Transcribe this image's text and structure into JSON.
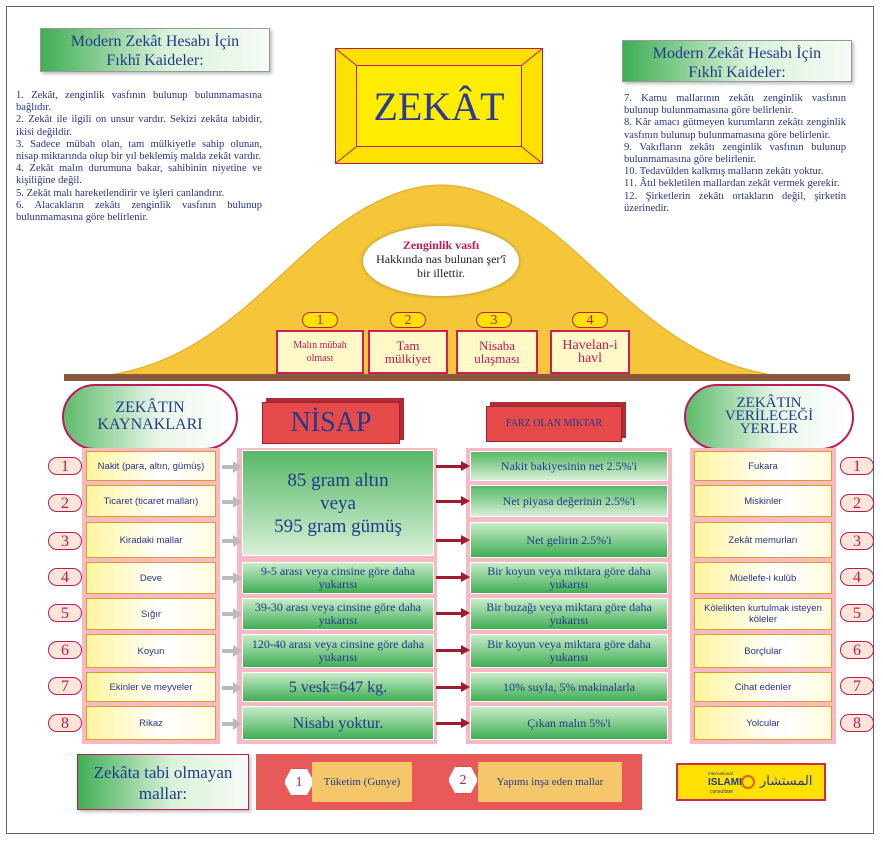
{
  "left_panel": {
    "title_line1": "Modern Zekât Hesabı İçin",
    "title_line2": "Fıkhî Kaideler:",
    "rules": [
      "1. Zekât, zenginlik vasfının bulunup bulunmamasına bağlıdır.",
      "2. Zekât ile ilgili on unsur vardır. Sekizi zekâta tabidir, ikisi değildir.",
      "3. Sadece mübah olan, tam mülkiyetle sahip olunan, nisap miktarında olup bir yıl beklemiş malda zekât vardır.",
      "4. Zekât malın durumuna bakar, sahibinin niyetine ve kişiliğine değil.",
      "5. Zekât malı hareketlendirir ve işleri canlandırır.",
      "6. Alacakların zekâtı zenginlik vasfının bulunup bulunmamasına göre belirlenir."
    ]
  },
  "right_panel": {
    "title_line1": "Modern Zekât Hesabı İçin",
    "title_line2": "Fıkhî Kaideler:",
    "rules": [
      "7. Kamu mallarının zekâtı zenginlik vasfının bulunup bulunmamasına göre belirlenir.",
      "8. Kâr amacı gütmeyen kurumların zekâtı zenginlik vasfının bulunup bulunmamasına göre belirlenir.",
      "9. Vakıfların zekâtı zenginlik vasfının bulunup bulunmamasına göre belirlenir.",
      "10. Tedavülden kalkmış malların zekâtı yoktur.",
      "11. Âtıl bekletilen mallardan zekât vermek gerekir.",
      "12. Şirketlerin zekâtı ortakların değil, şirketin üzerinedir."
    ]
  },
  "center": {
    "title": "ZEKÂT",
    "ellipse_bold": "Zenginlik vasfı",
    "ellipse_line1": "Hakkında nas bulunan şer'î",
    "ellipse_line2": "bir illettir."
  },
  "conditions": [
    {
      "num": "1",
      "line1": "Malın mübah",
      "line2": "olması"
    },
    {
      "num": "2",
      "line1": "Tam",
      "line2": "mülkiyet"
    },
    {
      "num": "3",
      "line1": "Nisaba",
      "line2": "ulaşması"
    },
    {
      "num": "4",
      "line1": "Havelan-i",
      "line2": "havl"
    }
  ],
  "headers": {
    "sources_line1": "ZEKÂTIN",
    "sources_line2": "KAYNAKLARI",
    "nisap": "NİSAP",
    "amount": "FARZ OLAN MİKTAR",
    "recipients_line1": "ZEKÂTIN",
    "recipients_line2": "VERİLECEĞİ",
    "recipients_line3": "YERLER"
  },
  "sources": [
    "Nakit (para, altın, gümüş)",
    "Ticaret (ticaret malları)",
    "Kiradaki mallar",
    "Deve",
    "Sığır",
    "Koyun",
    "Ekinler ve meyveler",
    "Rikaz"
  ],
  "numbers": [
    "1",
    "2",
    "3",
    "4",
    "5",
    "6",
    "7",
    "8"
  ],
  "nisap": {
    "big_line1": "85 gram altın",
    "big_line2": "veya",
    "big_line3": "595 gram gümüş",
    "deve": "9-5 arası veya cinsine göre daha yukarısı",
    "sigir": "39-30 arası veya cinsine göre daha yukarısı",
    "koyun": "120-40 arası veya cinsine göre daha yukarısı",
    "ekinler": "5 vesk=647 kg.",
    "rikaz": "Nisabı yoktur."
  },
  "amounts": [
    "Nakit bakiyesinin net 2.5%'i",
    "Net piyasa değerinin 2.5%'i",
    "Net gelirin 2.5%'i",
    "Bir koyun veya miktara göre daha yukarısı",
    "Bir buzağı veya miktara göre daha yukarısı",
    "Bir koyun veya miktara göre daha yukarısı",
    "10% suyla, 5% makinalarla",
    "Çıkan malın 5%'i"
  ],
  "recipients": [
    "Fukara",
    "Miskinler",
    "Zekât memurları",
    "Müellefe-i kulûb",
    "Kölelikten kurtulmak isteyen köleler",
    "Borçlular",
    "Cihat edenler",
    "Yolcular"
  ],
  "exempt": {
    "title_line1": "Zekâta tabi olmayan",
    "title_line2": "mallar:",
    "items": [
      {
        "num": "1",
        "label": "Tüketim (Gunye)"
      },
      {
        "num": "2",
        "label": "Yapımı inşa eden mallar"
      }
    ]
  },
  "logo": {
    "top": "International",
    "name": "ISLAMI",
    "bottom": "consultant",
    "arabic": "المستشار"
  },
  "colors": {
    "navy_text": "#233a8c",
    "crimson": "#c2185b",
    "yellow": "#ffe100",
    "green": "#3fae55",
    "red_banner": "#e64b4b"
  }
}
